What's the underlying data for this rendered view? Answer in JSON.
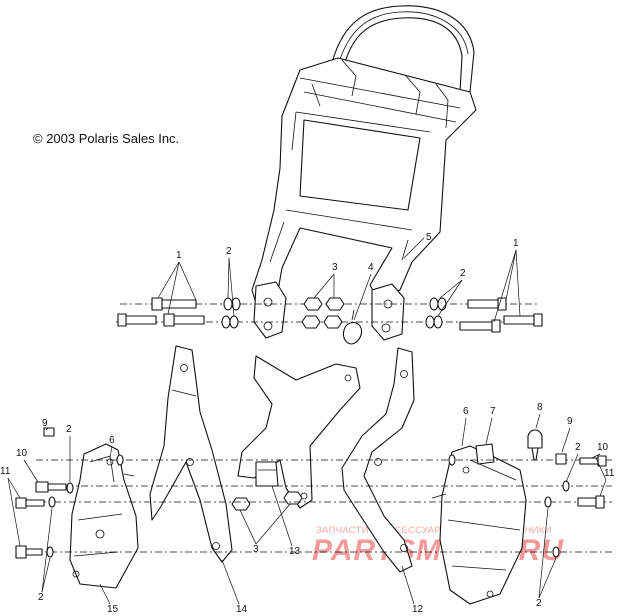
{
  "copyright": "© 2003 Polaris Sales Inc.",
  "watermark": {
    "line1": "ЗАПЧАСТИ И АКСЕССУАРЫ ДЛЯ МОТОТЕХНИКИ",
    "line2": "PARTSMOTO.RU"
  },
  "callouts": {
    "c1a": "1",
    "c1b": "1",
    "c2a": "2",
    "c2b": "2",
    "c2c": "2",
    "c2d": "2",
    "c2e": "2",
    "c2f": "2",
    "c3a": "3",
    "c3b": "3",
    "c4": "4",
    "c5": "5",
    "c6a": "6",
    "c6b": "6",
    "c7": "7",
    "c8": "8",
    "c9a": "9",
    "c9b": "9",
    "c10a": "10",
    "c10b": "10",
    "c11a": "11",
    "c11b": "11",
    "c12": "12",
    "c13": "13",
    "c14": "14",
    "c15": "15"
  }
}
